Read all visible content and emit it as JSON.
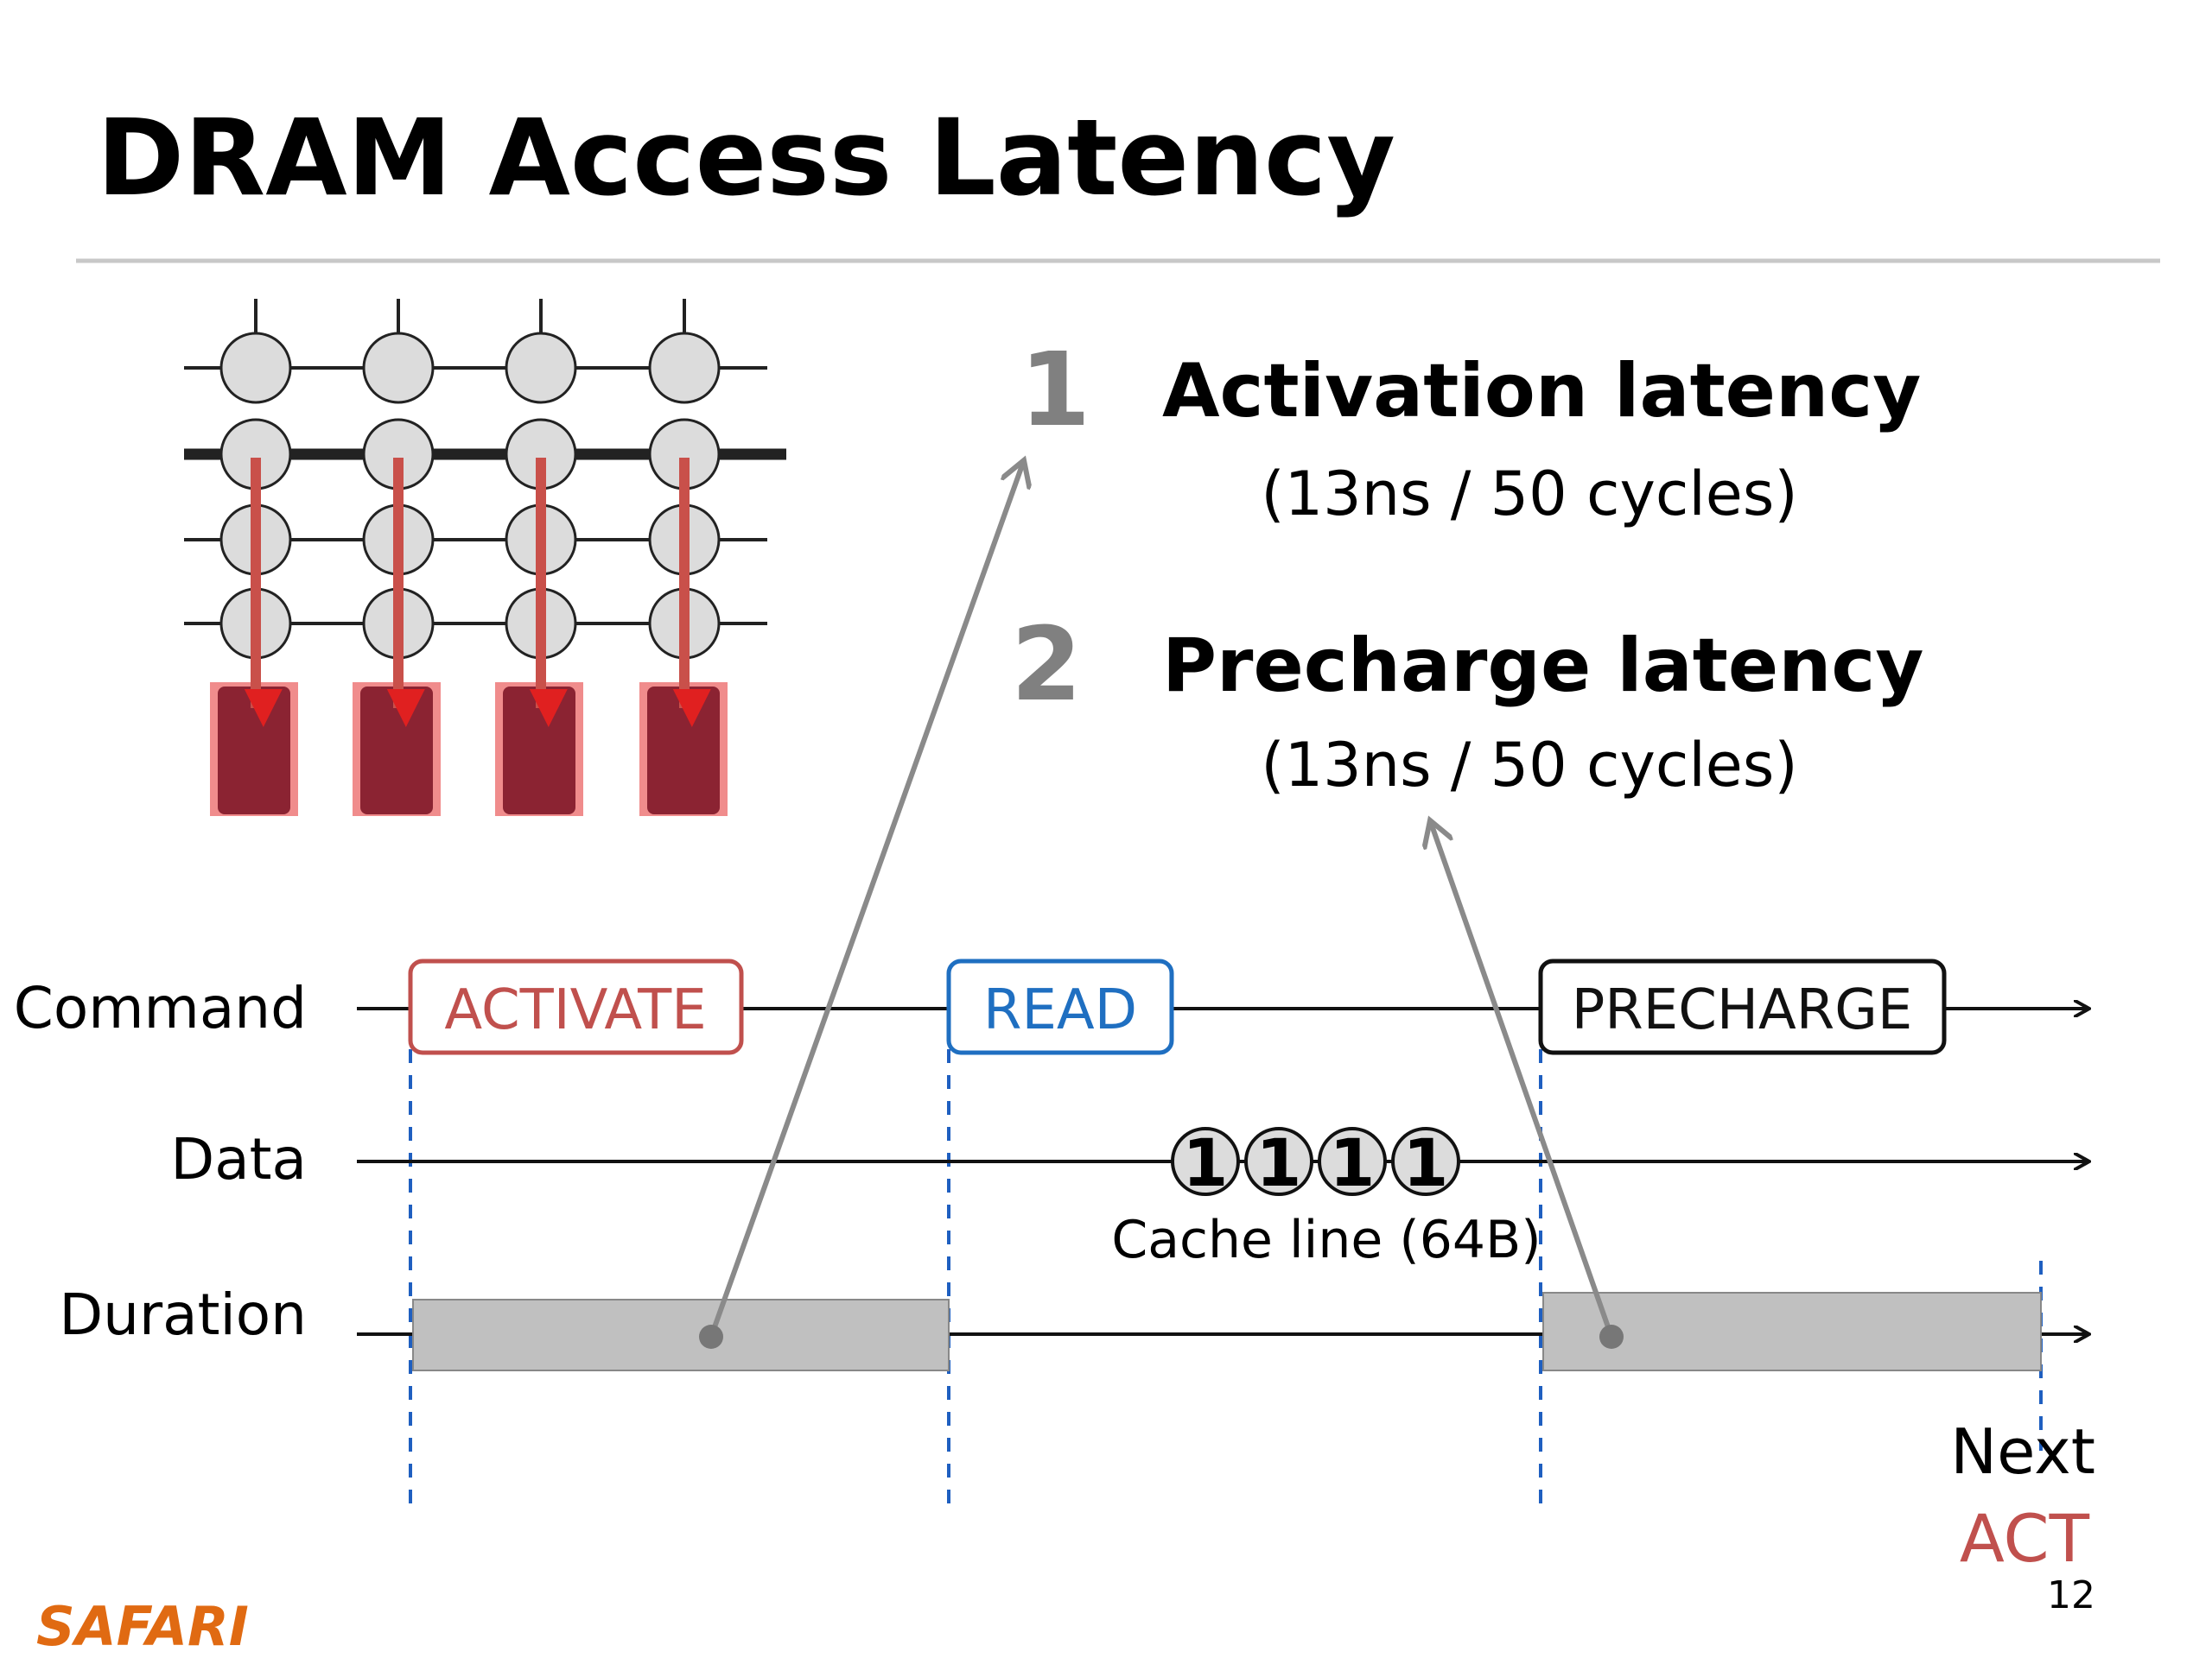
{
  "slide": {
    "title": "DRAM Access Latency",
    "footer_logo": "SAFARI",
    "page_number": "12"
  },
  "latencies": [
    {
      "number": "1",
      "label": "Activation latency",
      "detail": "(13ns / 50 cycles)"
    },
    {
      "number": "2",
      "label": "Precharge latency",
      "detail": "(13ns / 50 cycles)"
    }
  ],
  "timeline": {
    "rows": {
      "command": "Command",
      "data": "Data",
      "duration": "Duration"
    },
    "commands": {
      "activate": "ACTIVATE",
      "read": "READ",
      "precharge": "PRECHARGE"
    },
    "data_beats": [
      "1",
      "1",
      "1",
      "1"
    ],
    "cache_line_label": "Cache line (64B)",
    "next_label": "Next",
    "next_cmd": "ACT"
  },
  "colors": {
    "activate": "#c0504d",
    "read": "#1f6fc1",
    "precharge": "#111111",
    "latency_number": "#808080",
    "arrow": "#8a8a8a",
    "duration_bar": "#c0c0c0",
    "guide": "#1f5fc0",
    "sense_amp": "#8b2332",
    "sense_amp_glow": "#f08c8c",
    "bitline_arrow": "#c9504a",
    "logo": "#e06a12"
  }
}
